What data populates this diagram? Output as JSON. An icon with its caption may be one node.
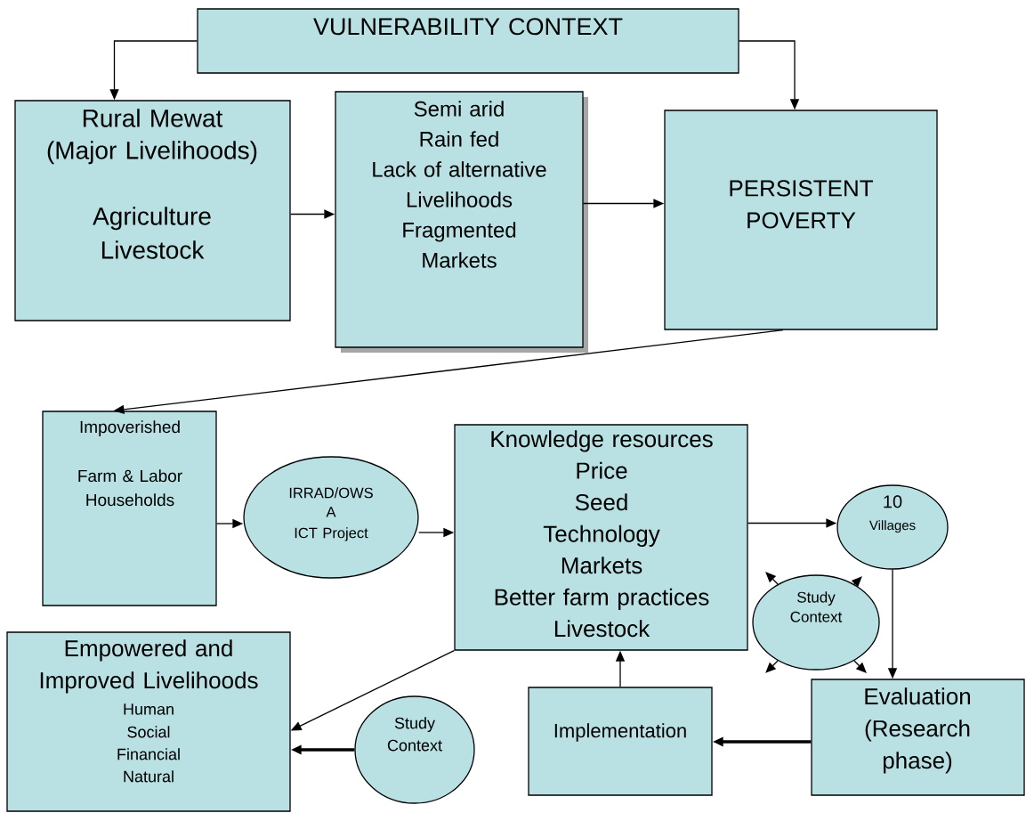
{
  "diagram": {
    "nodes": [
      {
        "text": [
          "VULNERABILITY CONTEXT"
        ]
      },
      {
        "text": [
          "Rural Mewat",
          "(Major Livelihoods)",
          "Agriculture Livestock"
        ]
      },
      {
        "text": [
          "Semi arid",
          "Rain fed",
          "Lack of alternative Livelihoods",
          "Fragmented Markets"
        ]
      },
      {
        "text": [
          "PERSISTENT POVERTY"
        ]
      },
      {
        "text": [
          "Impoverished",
          "Farm & Labor Households"
        ]
      },
      {
        "text": [
          "IRRAD/OWS",
          "A",
          "ICT Project"
        ]
      },
      {
        "text": [
          "Knowledge resources",
          "Price",
          "Seed",
          "Technology",
          "Markets",
          "Better farm practices",
          "Livestock"
        ]
      },
      {
        "text": [
          "10",
          "Villages"
        ]
      },
      {
        "text": [
          "Study Context"
        ]
      },
      {
        "text": [
          "Empowered and Improved Livelihoods",
          "Human",
          "Social",
          "Financial",
          "Natural"
        ]
      },
      {
        "text": [
          "Study Context"
        ]
      },
      {
        "text": [
          "Implementation"
        ]
      },
      {
        "text": [
          "Evaluation (Research phase)"
        ]
      }
    ],
    "edges": [
      {
        "from": 0,
        "to": 1,
        "arrow": "to"
      },
      {
        "from": 0,
        "to": 3,
        "arrow": "to"
      },
      {
        "from": 1,
        "to": 2,
        "arrow": "to"
      },
      {
        "from": 2,
        "to": 3,
        "arrow": "to"
      },
      {
        "from": 3,
        "to": 4,
        "arrow": "to"
      },
      {
        "from": 4,
        "to": 5,
        "arrow": "to"
      },
      {
        "from": 5,
        "to": 6,
        "arrow": "to"
      },
      {
        "from": 6,
        "to": 7,
        "arrow": "to"
      },
      {
        "from": 7,
        "to": 12,
        "arrow": "to"
      },
      {
        "from": 12,
        "to": 11,
        "arrow": "to",
        "style": "thick"
      },
      {
        "from": 11,
        "to": 6,
        "arrow": "to"
      },
      {
        "from": 6,
        "to": 9,
        "arrow": "to"
      },
      {
        "from": 10,
        "to": 9,
        "arrow": "to",
        "style": "thick"
      },
      {
        "from": 8,
        "to": null,
        "arrow": "to"
      },
      {
        "from": 8,
        "to": null,
        "arrow": "to"
      },
      {
        "from": 8,
        "to": null,
        "arrow": "to"
      },
      {
        "from": 8,
        "to": null,
        "arrow": "to"
      }
    ]
  }
}
